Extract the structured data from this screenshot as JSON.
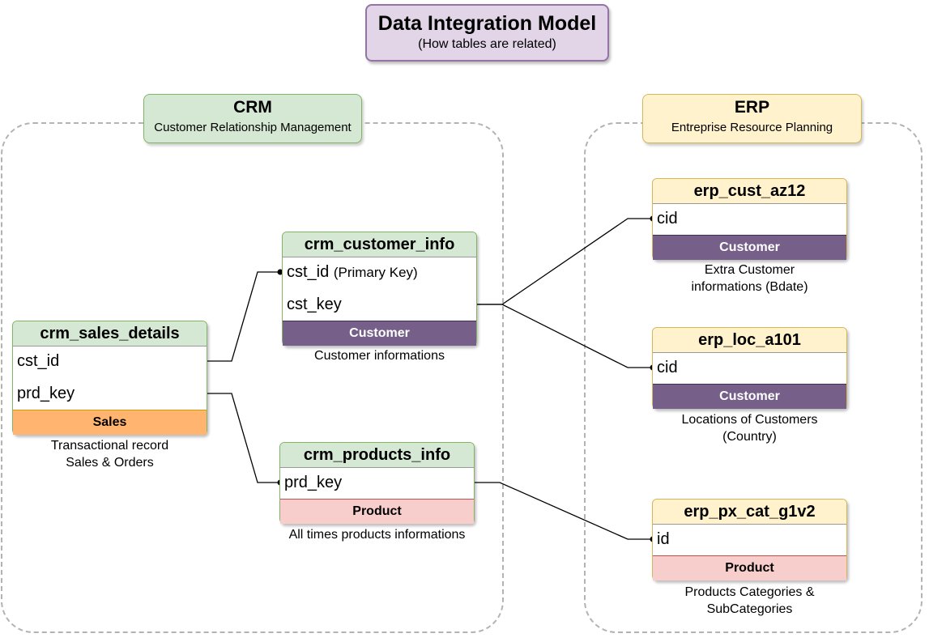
{
  "title": {
    "main": "Data Integration Model",
    "sub": "(How tables are related)"
  },
  "crm": {
    "title": "CRM",
    "subtitle": "Customer Relationship Management"
  },
  "erp": {
    "title": "ERP",
    "subtitle": "Entreprise Resource Planning"
  },
  "tables": {
    "crm_sales_details": {
      "name": "crm_sales_details",
      "fields": [
        "cst_id",
        "prd_key"
      ],
      "band": "Sales",
      "desc1": "Transactional record",
      "desc2": "Sales & Orders"
    },
    "crm_customer_info": {
      "name": "crm_customer_info",
      "field1": "cst_id",
      "field1_note": "(Primary Key)",
      "field2": "cst_key",
      "band": "Customer",
      "desc": "Customer informations"
    },
    "crm_products_info": {
      "name": "crm_products_info",
      "field1": "prd_key",
      "band": "Product",
      "desc": "All times products informations"
    },
    "erp_cust_az12": {
      "name": "erp_cust_az12",
      "field1": "cid",
      "band": "Customer",
      "desc1": "Extra Customer",
      "desc2": "informations (Bdate)"
    },
    "erp_loc_a101": {
      "name": "erp_loc_a101",
      "field1": "cid",
      "band": "Customer",
      "desc1": "Locations of Customers",
      "desc2": "(Country)"
    },
    "erp_px_cat_g1v2": {
      "name": "erp_px_cat_g1v2",
      "field1": "id",
      "band": "Product",
      "desc1": "Products Categories &",
      "desc2": "SubCategories"
    }
  },
  "colors": {
    "purple": "#76608a",
    "orange": "#ffb570",
    "pink": "#f8cecc",
    "green": "#d5e8d4",
    "yellow": "#fff2cc",
    "lavender": "#e1d5e7"
  }
}
